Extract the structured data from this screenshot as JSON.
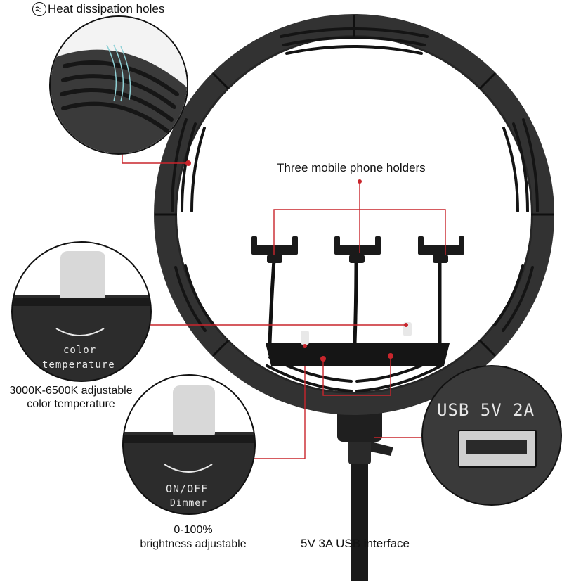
{
  "heat": {
    "label": "Heat dissipation holes",
    "icon": "fan-heat-icon"
  },
  "phones": {
    "label": "Three mobile phone holders"
  },
  "color_temp": {
    "label_line1": "3000K-6500K adjustable",
    "label_line2": "color temperature",
    "panel_line1": "color",
    "panel_line2": "temperature"
  },
  "brightness": {
    "label_line1": "0-100%",
    "label_line2": "brightness adjustable",
    "panel_line1": "ON/OFF",
    "panel_line2": "Dimmer"
  },
  "usb": {
    "label": "5V 3A USB interface",
    "panel_text": "USB 5V 2A"
  },
  "colors": {
    "accent_line": "#c9252c",
    "ring": "#2b2b2b",
    "ring_dark": "#1b1b1b"
  }
}
